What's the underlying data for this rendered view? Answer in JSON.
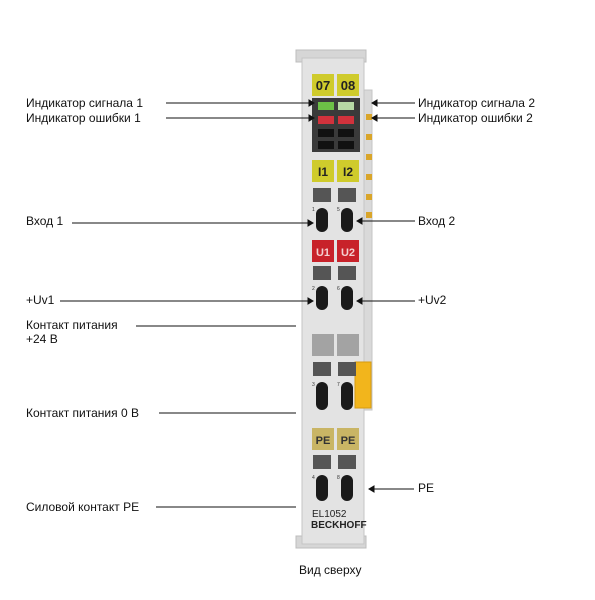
{
  "module": {
    "top_channels": [
      "07",
      "08"
    ],
    "input_labels": [
      "I1",
      "I2"
    ],
    "supply_labels": [
      "U⁢1",
      "U⁢2"
    ],
    "pe_labels": [
      "PE",
      "PE"
    ],
    "contact_numbers": [
      "1",
      "5",
      "2",
      "6",
      "3",
      "7",
      "4",
      "8"
    ],
    "model": "EL1052",
    "brand": "BECKHOFF",
    "colors": {
      "housing": "#e3e3e3",
      "yellow_label": "#cfcb2c",
      "red_label": "#c8222a",
      "pe_label": "#c9b565",
      "led_green": "#6cbf46",
      "led_red": "#d1323c",
      "power_contact": "#f2b51c"
    }
  },
  "labels": {
    "signal1": "Индикатор сигнала 1",
    "error1": "Индикатор ошибки 1",
    "signal2": "Индикатор сигнала 2",
    "error2": "Индикатор ошибки 2",
    "input1": "Вход 1",
    "input2": "Вход 2",
    "uv1": "+Uv1",
    "uv2": "+Uv2",
    "power24_line1": "Контакт питания",
    "power24_line2": "+24 В",
    "power0": "Контакт питания 0 В",
    "pe_right": "PE",
    "pe_left": "Силовой контакт PE"
  },
  "caption": "Вид сверху"
}
